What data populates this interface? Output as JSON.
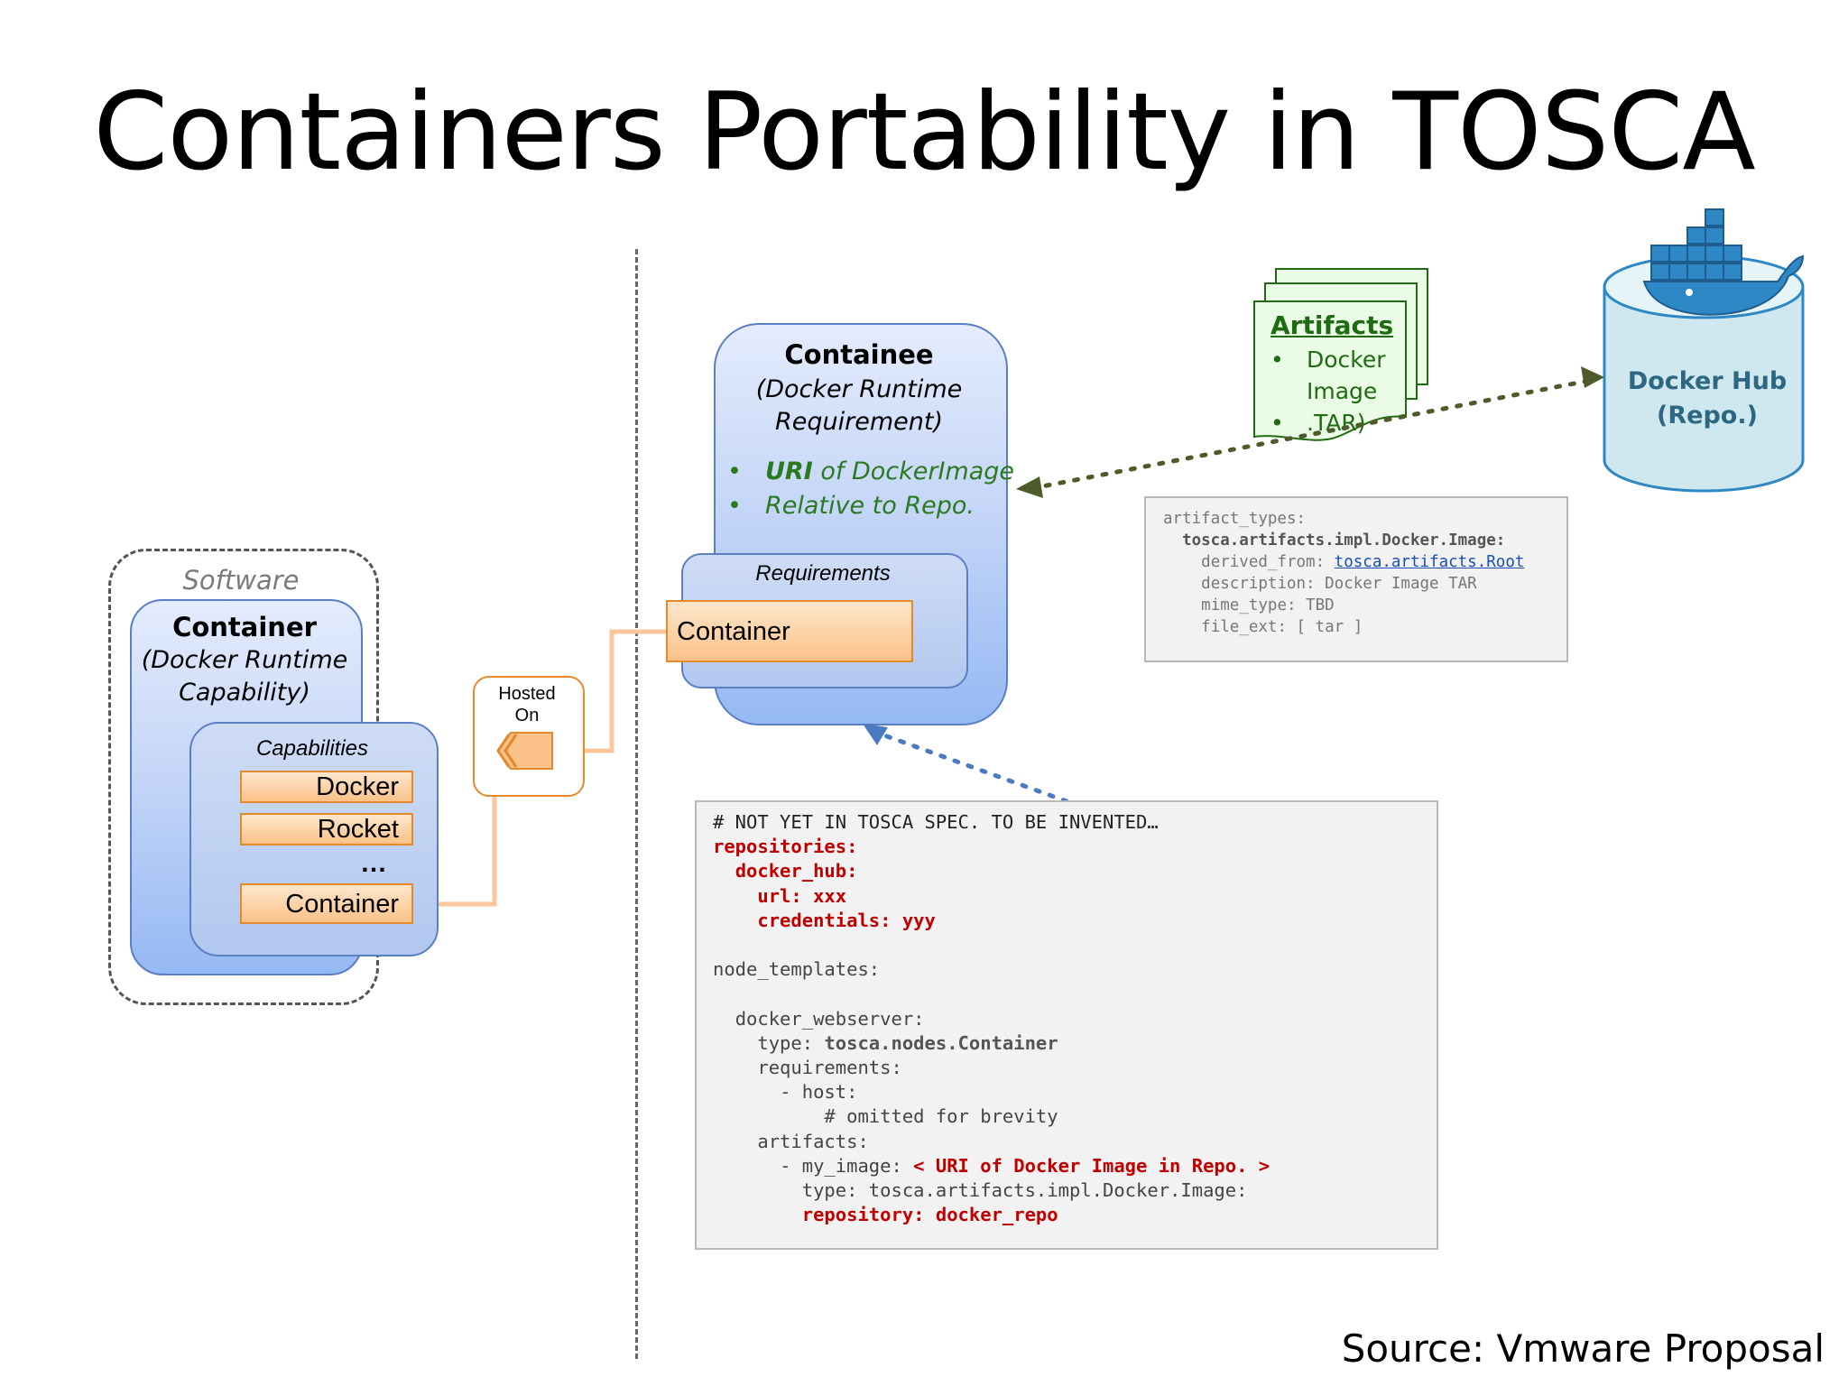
{
  "title": "Containers Portability in TOSCA",
  "software": {
    "label": "Software",
    "container_title": "Container",
    "container_subtitle": [
      "(Docker Runtime",
      "Capability)"
    ],
    "capabilities_label": "Capabilities",
    "capabilities": [
      "Docker",
      "Rocket",
      "Container"
    ],
    "ellipsis": "…"
  },
  "hosted_on": [
    "Hosted",
    "On"
  ],
  "containee": {
    "title": "Containee",
    "subtitle": [
      "(Docker Runtime",
      "Requirement)"
    ],
    "bullet_1_bold": "URI",
    "bullet_1_rest": " of DockerImage",
    "bullet_2": "Relative to Repo.",
    "requirements_label": "Requirements",
    "requirement_item": "Container"
  },
  "artifacts": {
    "title": "Artifacts",
    "items": [
      "Docker Image",
      ".TAR)"
    ]
  },
  "docker_hub": {
    "line1": "Docker Hub",
    "line2": "(Repo.)"
  },
  "artifact_types_code": {
    "l1": "artifact_types:",
    "l2": "tosca.artifacts.impl.Docker.Image:",
    "l3_key": "derived_from: ",
    "l3_link": "tosca.artifacts.Root",
    "l4": "description: Docker Image TAR",
    "l5": "mime_type: TBD",
    "l6": "file_ext: [ tar ]"
  },
  "template_code": {
    "comment": "# NOT YET IN TOSCA SPEC. TO BE INVENTED…",
    "repositories": "repositories:",
    "docker_hub": "docker_hub:",
    "url": "url: xxx",
    "credentials": "credentials: yyy",
    "node_templates": "node_templates:",
    "docker_webserver": "docker_webserver:",
    "type_key": "type: ",
    "type_val": "tosca.nodes.Container",
    "requirements": "requirements:",
    "host": "- host:",
    "omitted": "# omitted for brevity",
    "artifacts": "artifacts:",
    "my_image_key": "- my_image: ",
    "my_image_val": "< URI of Docker Image in Repo. >",
    "artifact_type": "type: tosca.artifacts.impl.Docker.Image:",
    "repository": "repository: docker_repo"
  },
  "source": "Source: Vmware Proposal",
  "colors": {
    "blue_panel": "#95b9f4",
    "orange_box": "#fbc289",
    "artifact_green": "#1f6b12",
    "docker_blue": "#2e88c5",
    "hub_cylinder": "#cfe8ef",
    "code_red": "#c00000",
    "arrow_olive": "#4d5b2a",
    "arrow_blue": "#4a7ac0"
  },
  "icons": [
    "docker-whale-logo",
    "hosted-on-chevron-icon",
    "artifact-document-stack-icon",
    "database-cylinder-icon"
  ]
}
